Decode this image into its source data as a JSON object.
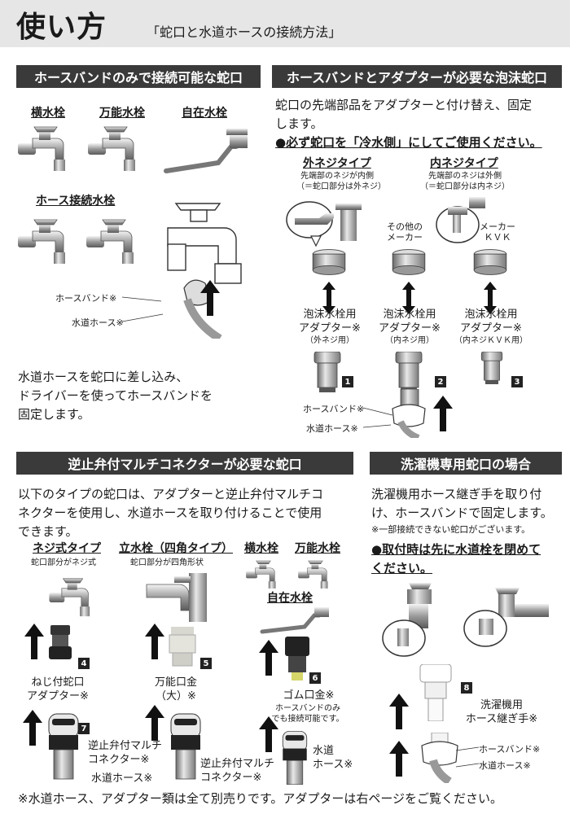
{
  "header": {
    "title": "使い方",
    "subtitle": "「蛇口と水道ホースの接続方法」"
  },
  "sec1": {
    "band": "ホースバンドのみで接続可能な蛇口",
    "labels": [
      "横水栓",
      "万能水栓",
      "自在水栓",
      "ホース接続水栓"
    ],
    "hose_band": "ホースバンド※",
    "hose": "水道ホース※",
    "desc": [
      "水道ホースを蛇口に差し込み、",
      "ドライバーを使ってホースバンドを",
      "固定します。"
    ]
  },
  "sec2": {
    "band": "ホースバンドとアダプターが必要な泡沫蛇口",
    "desc": [
      "蛇口の先端部品をアダプターと付け替え、固定",
      "します。"
    ],
    "warning": "●必ず蛇口を「冷水側」にしてご使用ください。",
    "outer_label": "外ネジタイプ",
    "outer_note": [
      "先端部のネジが内側",
      "（＝蛇口部分は外ネジ）"
    ],
    "inner_label": "内ネジタイプ",
    "inner_note": [
      "先端部のネジは外側",
      "（＝蛇口部分は内ネジ）"
    ],
    "other_maker": [
      "その他の",
      "メーカー"
    ],
    "kvk_maker": [
      "メーカー",
      "ＫＶＫ"
    ],
    "adapters": [
      {
        "name": [
          "泡沫水栓用",
          "アダプター※"
        ],
        "sub": "（外ネジ用）",
        "num": "1"
      },
      {
        "name": [
          "泡沫水栓用",
          "アダプター※"
        ],
        "sub": "（内ネジ用）",
        "num": "2"
      },
      {
        "name": [
          "泡沫水栓用",
          "アダプター※"
        ],
        "sub": "（内ネジＫＶＫ用）",
        "num": "3"
      }
    ],
    "hose_band": "ホースバンド※",
    "hose": "水道ホース※"
  },
  "sec3": {
    "band": "逆止弁付マルチコネクターが必要な蛇口",
    "desc": [
      "以下のタイプの蛇口は、アダプターと逆止弁付マルチコ",
      "ネクターを使用し、水道ホースを取り付けることで使用",
      "できます。"
    ],
    "screw_label": "ネジ式タイプ",
    "screw_note": "蛇口部分がネジ式",
    "square_label": "立水栓（四角タイプ）",
    "square_note": "蛇口部分が四角形状",
    "yoko": "横水栓",
    "bannou": "万能水栓",
    "jizai": "自在水栓",
    "part4": {
      "name": [
        "ねじ付蛇口",
        "アダプター※"
      ],
      "num": "4"
    },
    "part5": {
      "name": [
        "万能口金",
        "（大）※"
      ],
      "num": "5"
    },
    "part6": {
      "name": "ゴム口金※",
      "note": [
        "ホースバンドのみ",
        "でも接続可能です。"
      ],
      "num": "6"
    },
    "part7": {
      "num": "7"
    },
    "connector": [
      "逆止弁付マルチ",
      "コネクター※"
    ],
    "hose": "水道ホース※",
    "connector2": [
      "逆止弁付マルチ",
      "コネクター※"
    ],
    "hose2": [
      "水道",
      "ホース※"
    ]
  },
  "sec4": {
    "band": "洗濯機専用蛇口の場合",
    "desc": [
      "洗濯機用ホース継ぎ手を取り付",
      "け、ホースバンドで固定します。"
    ],
    "note": "※一部接続できない蛇口がございます。",
    "warning": [
      "●取付時は先に水道栓を閉めて",
      "ください。"
    ],
    "part8": {
      "name": [
        "洗濯機用",
        "ホース継ぎ手※"
      ],
      "num": "8"
    },
    "hose_band": "ホースバンド※",
    "hose": "水道ホース※"
  },
  "footer": "※水道ホース、アダプター類は全て別売りです。アダプターは右ページをご覧ください。"
}
